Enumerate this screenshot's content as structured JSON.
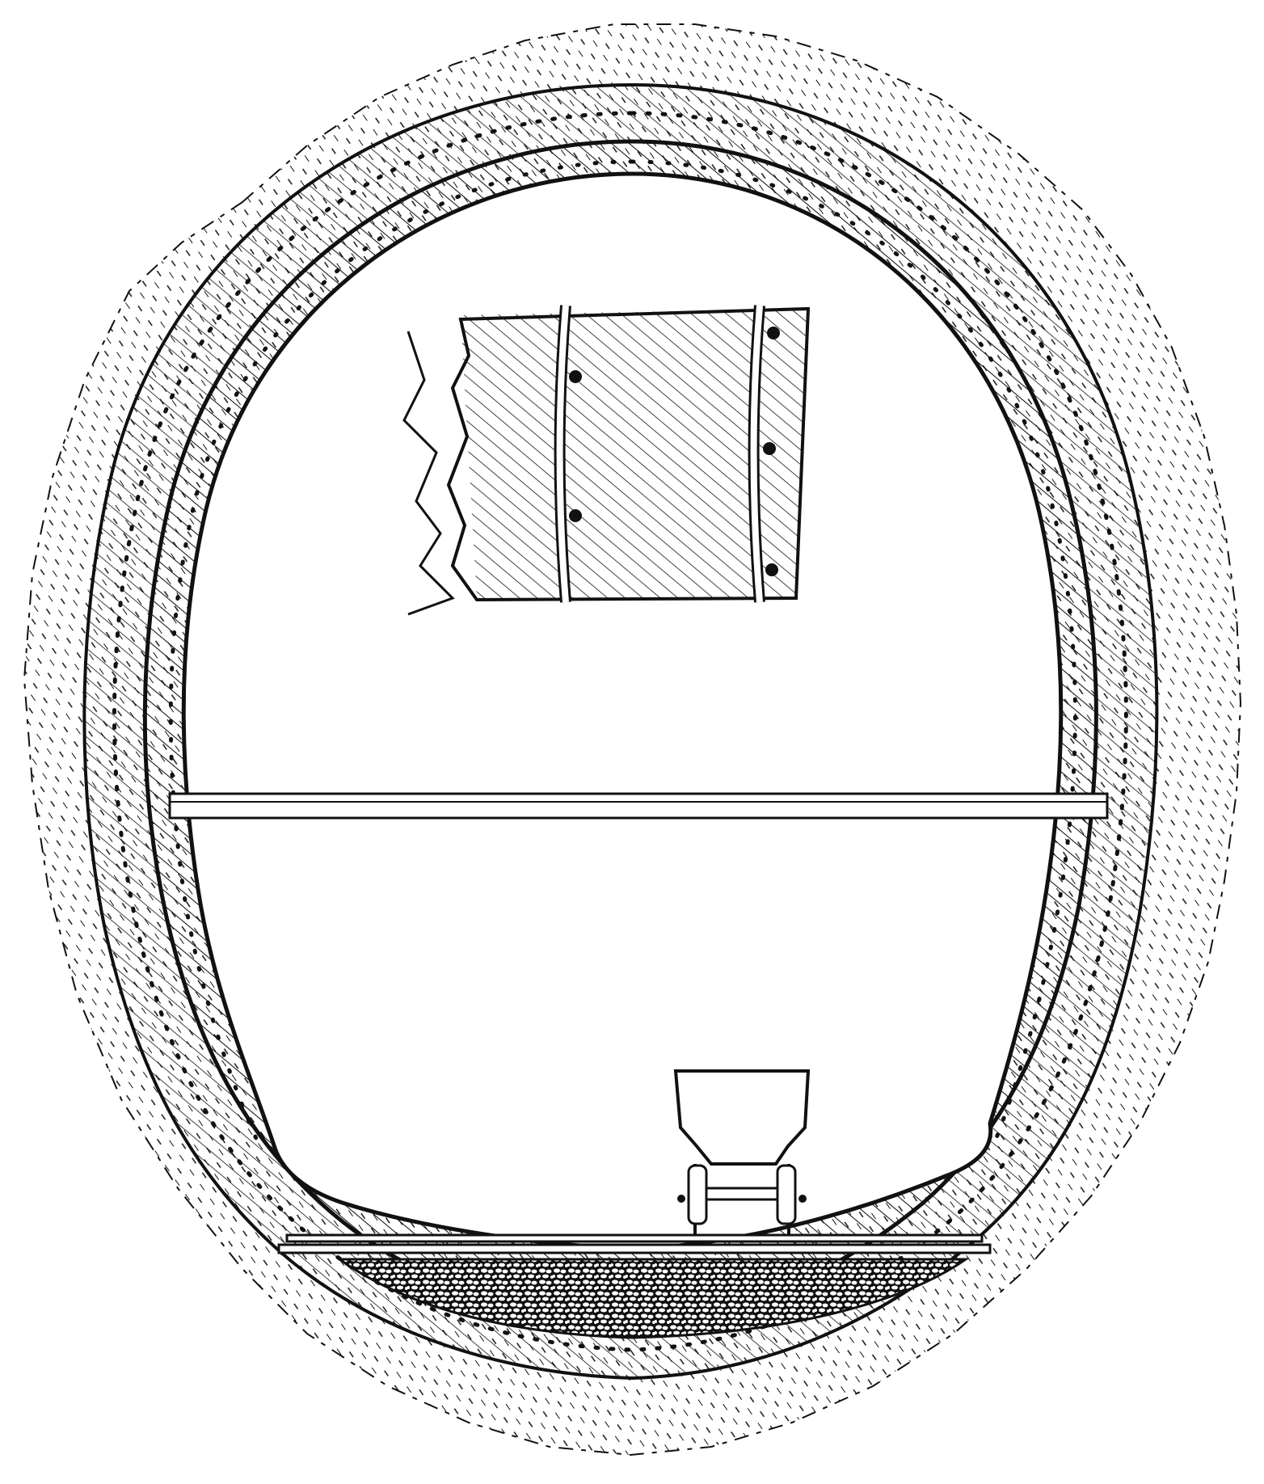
{
  "figure": {
    "description_visible_text": "",
    "colors": {
      "ink": "#111111",
      "paper": "#ffffff"
    },
    "parts": [
      "rock-surround",
      "outer-lining-ring",
      "inner-lining-ring",
      "tunnel-interior",
      "lining-detail-inset",
      "crossbeam",
      "rail-track",
      "ballast-bed",
      "mine-cart"
    ]
  }
}
